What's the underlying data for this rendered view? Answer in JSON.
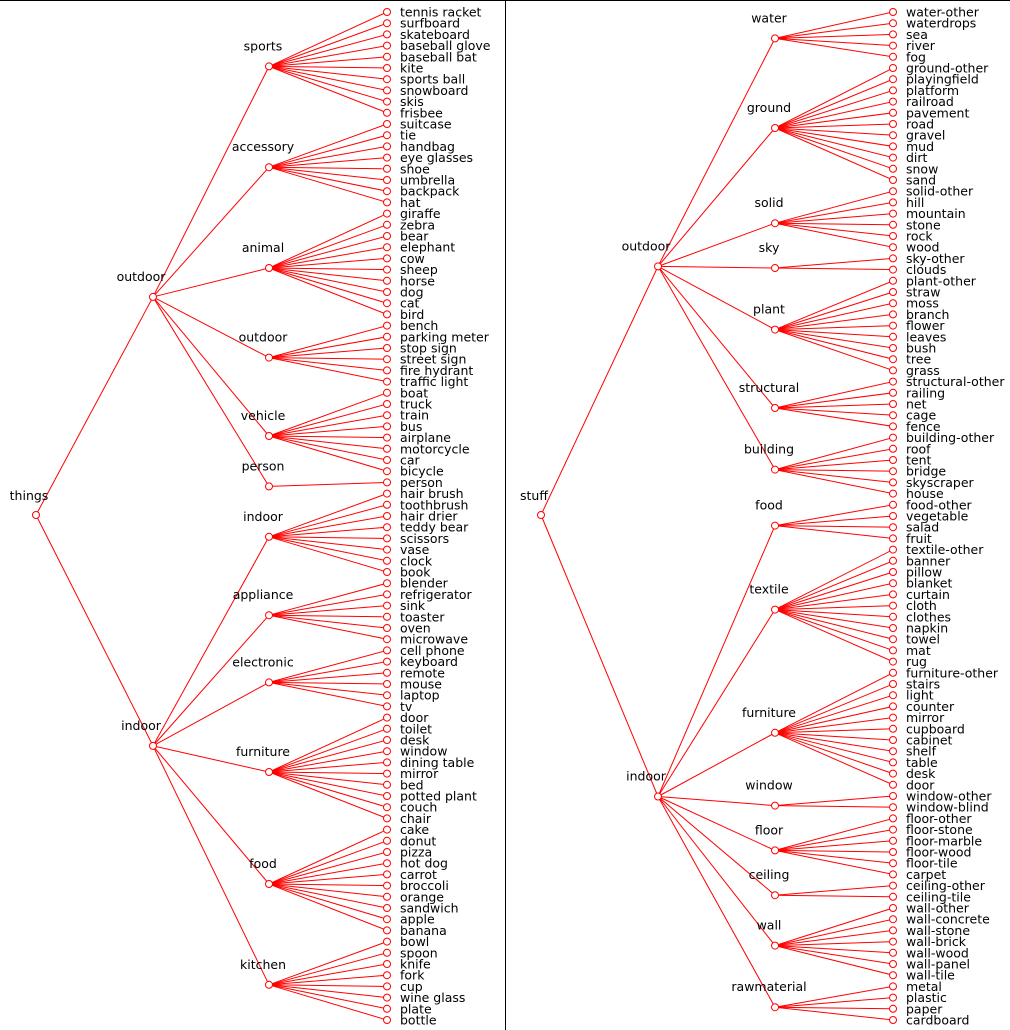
{
  "style": {
    "line_color": "#ff0000",
    "text_color": "#000000",
    "divider_color": "#000000",
    "background": "#ffffff"
  },
  "panels": [
    {
      "id": "things",
      "root": "things",
      "groups": [
        {
          "name": "outdoor",
          "children": [
            {
              "name": "sports",
              "leaves": [
                "tennis racket",
                "surfboard",
                "skateboard",
                "baseball glove",
                "baseball bat",
                "kite",
                "sports ball",
                "snowboard",
                "skis",
                "frisbee"
              ]
            },
            {
              "name": "accessory",
              "leaves": [
                "suitcase",
                "tie",
                "handbag",
                "eye glasses",
                "shoe",
                "umbrella",
                "backpack",
                "hat"
              ]
            },
            {
              "name": "animal",
              "leaves": [
                "giraffe",
                "zebra",
                "bear",
                "elephant",
                "cow",
                "sheep",
                "horse",
                "dog",
                "cat",
                "bird"
              ]
            },
            {
              "name": "outdoor",
              "leaves": [
                "bench",
                "parking meter",
                "stop sign",
                "street sign",
                "fire hydrant",
                "traffic light"
              ]
            },
            {
              "name": "vehicle",
              "leaves": [
                "boat",
                "truck",
                "train",
                "bus",
                "airplane",
                "motorcycle",
                "car",
                "bicycle"
              ]
            },
            {
              "name": "person",
              "leaves": [
                "person"
              ]
            }
          ]
        },
        {
          "name": "indoor",
          "children": [
            {
              "name": "indoor",
              "leaves": [
                "hair brush",
                "toothbrush",
                "hair drier",
                "teddy bear",
                "scissors",
                "vase",
                "clock",
                "book"
              ]
            },
            {
              "name": "appliance",
              "leaves": [
                "blender",
                "refrigerator",
                "sink",
                "toaster",
                "oven",
                "microwave"
              ]
            },
            {
              "name": "electronic",
              "leaves": [
                "cell phone",
                "keyboard",
                "remote",
                "mouse",
                "laptop",
                "tv"
              ]
            },
            {
              "name": "furniture",
              "leaves": [
                "door",
                "toilet",
                "desk",
                "window",
                "dining table",
                "mirror",
                "bed",
                "potted plant",
                "couch",
                "chair"
              ]
            },
            {
              "name": "food",
              "leaves": [
                "cake",
                "donut",
                "pizza",
                "hot dog",
                "carrot",
                "broccoli",
                "orange",
                "sandwich",
                "apple",
                "banana"
              ]
            },
            {
              "name": "kitchen",
              "leaves": [
                "bowl",
                "spoon",
                "knife",
                "fork",
                "cup",
                "wine glass",
                "plate",
                "bottle"
              ]
            }
          ]
        }
      ]
    },
    {
      "id": "stuff",
      "root": "stuff",
      "groups": [
        {
          "name": "outdoor",
          "children": [
            {
              "name": "water",
              "leaves": [
                "water-other",
                "waterdrops",
                "sea",
                "river",
                "fog"
              ]
            },
            {
              "name": "ground",
              "leaves": [
                "ground-other",
                "playingfield",
                "platform",
                "railroad",
                "pavement",
                "road",
                "gravel",
                "mud",
                "dirt",
                "snow",
                "sand"
              ]
            },
            {
              "name": "solid",
              "leaves": [
                "solid-other",
                "hill",
                "mountain",
                "stone",
                "rock",
                "wood"
              ]
            },
            {
              "name": "sky",
              "leaves": [
                "sky-other",
                "clouds"
              ]
            },
            {
              "name": "plant",
              "leaves": [
                "plant-other",
                "straw",
                "moss",
                "branch",
                "flower",
                "leaves",
                "bush",
                "tree",
                "grass"
              ]
            },
            {
              "name": "structural",
              "leaves": [
                "structural-other",
                "railing",
                "net",
                "cage",
                "fence"
              ]
            },
            {
              "name": "building",
              "leaves": [
                "building-other",
                "roof",
                "tent",
                "bridge",
                "skyscraper",
                "house"
              ]
            }
          ]
        },
        {
          "name": "indoor",
          "children": [
            {
              "name": "food",
              "leaves": [
                "food-other",
                "vegetable",
                "salad",
                "fruit"
              ]
            },
            {
              "name": "textile",
              "leaves": [
                "textile-other",
                "banner",
                "pillow",
                "blanket",
                "curtain",
                "cloth",
                "clothes",
                "napkin",
                "towel",
                "mat",
                "rug"
              ]
            },
            {
              "name": "furniture",
              "leaves": [
                "furniture-other",
                "stairs",
                "light",
                "counter",
                "mirror",
                "cupboard",
                "cabinet",
                "shelf",
                "table",
                "desk",
                "door"
              ]
            },
            {
              "name": "window",
              "leaves": [
                "window-other",
                "window-blind"
              ]
            },
            {
              "name": "floor",
              "leaves": [
                "floor-other",
                "floor-stone",
                "floor-marble",
                "floor-wood",
                "floor-tile",
                "carpet"
              ]
            },
            {
              "name": "ceiling",
              "leaves": [
                "ceiling-other",
                "ceiling-tile"
              ]
            },
            {
              "name": "wall",
              "leaves": [
                "wall-other",
                "wall-concrete",
                "wall-stone",
                "wall-brick",
                "wall-wood",
                "wall-panel",
                "wall-tile"
              ]
            },
            {
              "name": "rawmaterial",
              "leaves": [
                "metal",
                "plastic",
                "paper",
                "cardboard"
              ]
            }
          ]
        }
      ]
    }
  ]
}
